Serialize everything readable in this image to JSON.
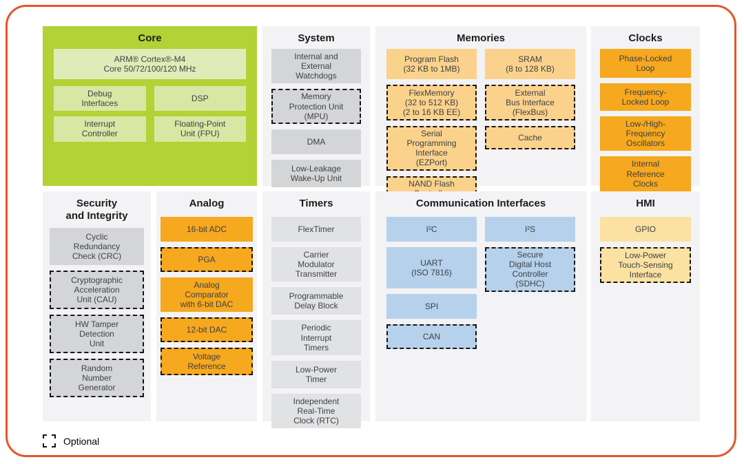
{
  "palette": {
    "frame_border": "#e4552b",
    "core_background": "#b2d235",
    "core_box": "#d9e7a4",
    "section_background": "#f3f3f5",
    "gray_box": "#d4d5d7",
    "timers_box": "#e1e2e4",
    "memories_box": "#fbd28c",
    "orange_box": "#f6a81e",
    "comm_box": "#b6d1eb",
    "hmi_box": "#fce2a2"
  },
  "legend": {
    "label": "Optional"
  },
  "sections": {
    "core": {
      "title": "Core",
      "arm": {
        "label": "ARM® Cortex®-M4\nCore 50/72/100/120 MHz",
        "optional": false
      },
      "debug": {
        "label": "Debug\nInterfaces",
        "optional": false
      },
      "dsp": {
        "label": "DSP",
        "optional": false
      },
      "interrupt": {
        "label": "Interrupt\nController",
        "optional": false
      },
      "fpu": {
        "label": "Floating-Point\nUnit (FPU)",
        "optional": false
      }
    },
    "system": {
      "title": "System",
      "boxes": [
        {
          "label": "Internal and\nExternal\nWatchdogs",
          "optional": false
        },
        {
          "label": "Memory\nProtection Unit\n(MPU)",
          "optional": true
        },
        {
          "label": "DMA",
          "optional": false
        },
        {
          "label": "Low-Leakage\nWake-Up Unit",
          "optional": false
        }
      ]
    },
    "memories": {
      "title": "Memories",
      "col1": [
        {
          "label": "Program Flash\n(32 KB to 1MB)",
          "optional": false
        },
        {
          "label": "FlexMemory\n(32 to 512 KB)\n(2 to 16 KB EE)",
          "optional": true
        },
        {
          "label": "Serial\nProgramming\nInterface\n(EZPort)",
          "optional": true
        },
        {
          "label": "NAND Flash\nController",
          "optional": true
        }
      ],
      "col2": [
        {
          "label": "SRAM\n(8 to 128 KB)",
          "optional": false
        },
        {
          "label": "External\nBus Interface\n(FlexBus)",
          "optional": true
        },
        {
          "label": "Cache",
          "optional": true
        }
      ]
    },
    "clocks": {
      "title": "Clocks",
      "boxes": [
        {
          "label": "Phase-Locked\nLoop",
          "optional": false
        },
        {
          "label": "Frequency-\nLocked Loop",
          "optional": false
        },
        {
          "label": "Low-/High-\nFrequency\nOscillators",
          "optional": false
        },
        {
          "label": "Internal\nReference\nClocks",
          "optional": false
        }
      ]
    },
    "security": {
      "title": "Security\nand Integrity",
      "boxes": [
        {
          "label": "Cyclic\nRedundancy\nCheck (CRC)",
          "optional": false
        },
        {
          "label": "Cryptographic\nAcceleration\nUnit (CAU)",
          "optional": true
        },
        {
          "label": "HW Tamper\nDetection\nUnit",
          "optional": true
        },
        {
          "label": "Random\nNumber\nGenerator",
          "optional": true
        }
      ]
    },
    "analog": {
      "title": "Analog",
      "boxes": [
        {
          "label": "16-bit ADC",
          "optional": false
        },
        {
          "label": "PGA",
          "optional": true
        },
        {
          "label": "Analog\nComparator\nwith 6-bit DAC",
          "optional": false
        },
        {
          "label": "12-bit DAC",
          "optional": true
        },
        {
          "label": "Voltage\nReference",
          "optional": true
        }
      ]
    },
    "timers": {
      "title": "Timers",
      "boxes": [
        {
          "label": "FlexTimer",
          "optional": false
        },
        {
          "label": "Carrier\nModulator\nTransmitter",
          "optional": false
        },
        {
          "label": "Programmable\nDelay Block",
          "optional": false
        },
        {
          "label": "Periodic\nInterrupt\nTimers",
          "optional": false
        },
        {
          "label": "Low-Power\nTimer",
          "optional": false
        },
        {
          "label": "Independent\nReal-Time\nClock (RTC)",
          "optional": false
        }
      ]
    },
    "comm": {
      "title": "Communication Interfaces",
      "col1": [
        {
          "label": "I²C",
          "optional": false
        },
        {
          "label": "UART\n(ISO 7816)",
          "optional": false
        },
        {
          "label": "SPI",
          "optional": false
        },
        {
          "label": "CAN",
          "optional": true
        }
      ],
      "col2": [
        {
          "label": "I²S",
          "optional": false
        },
        {
          "label": "Secure\nDigital Host\nController\n(SDHC)",
          "optional": true
        }
      ]
    },
    "hmi": {
      "title": "HMI",
      "boxes": [
        {
          "label": "GPIO",
          "optional": false
        },
        {
          "label": "Low-Power\nTouch-Sensing\nInterface",
          "optional": true
        }
      ]
    }
  }
}
